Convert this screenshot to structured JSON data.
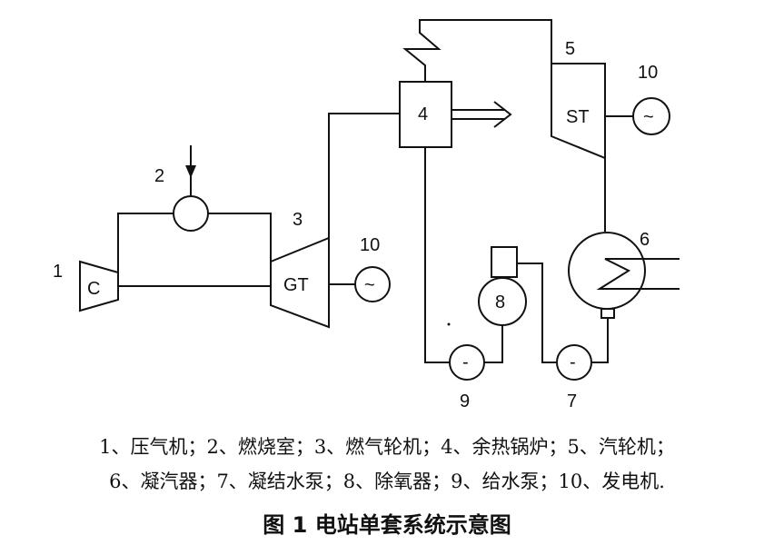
{
  "diagram": {
    "labels": {
      "compressor": "C",
      "gas_turbine": "GT",
      "boiler": "4",
      "steam_turbine": "ST",
      "deaerator": "8",
      "feed_pump_symbol": "-",
      "cond_pump_symbol": "-",
      "gen_symbol": "~"
    },
    "numbers": {
      "n1": "1",
      "n2": "2",
      "n3": "3",
      "n5": "5",
      "n6": "6",
      "n7": "7",
      "n9": "9",
      "n10_gt": "10",
      "n10_st": "10"
    }
  },
  "legend": {
    "line1": "1、压气机；2、燃烧室；3、燃气轮机；4、余热锅炉；5、汽轮机；",
    "line2": "6、凝汽器；7、凝结水泵；8、除氧器；9、给水泵；10、发电机."
  },
  "figure_title": "图 1   电站单套系统示意图"
}
